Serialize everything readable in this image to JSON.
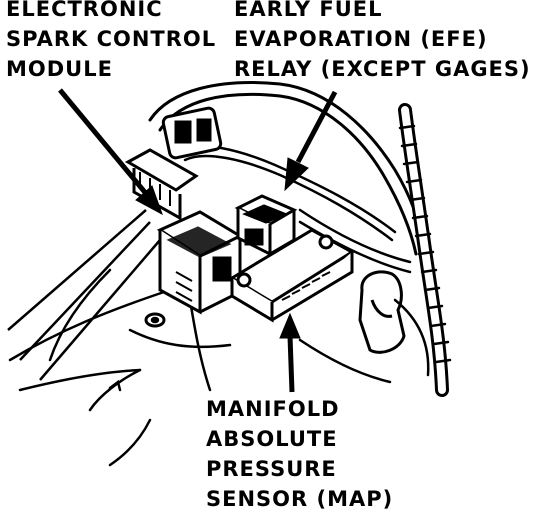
{
  "labels": {
    "esc_module": [
      "ELECTRONIC",
      "SPARK CONTROL",
      "MODULE"
    ],
    "efe_relay": [
      "EARLY FUEL",
      "EVAPORATION (EFE)",
      "RELAY (EXCEPT GAGES)"
    ],
    "map_sensor": [
      "MANIFOLD",
      "ABSOLUTE",
      "PRESSURE",
      "SENSOR (MAP)"
    ]
  },
  "colors": {
    "ink": "#000000",
    "paper": "#ffffff"
  }
}
